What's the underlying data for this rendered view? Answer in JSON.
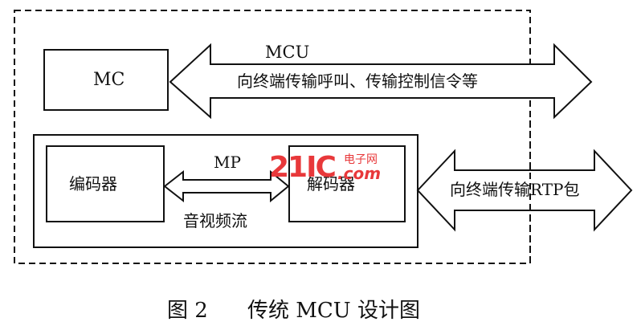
{
  "diagram": {
    "mcu_label": "MCU",
    "mc_label": "MC",
    "mc_arrow_text": "向终端传输呼叫、传输控制信令等",
    "mp_label": "MP",
    "encoder_label": "编码器",
    "decoder_label": "解码器",
    "stream_label": "音视频流",
    "rtp_arrow_text": "向终端传输RTP包"
  },
  "watermark": {
    "logo": "21IC",
    "chinese": "电子网",
    "domain": ".com",
    "color": "#e8383a"
  },
  "caption": {
    "figure_number": "图 2",
    "title": "传统 MCU 设计图"
  }
}
